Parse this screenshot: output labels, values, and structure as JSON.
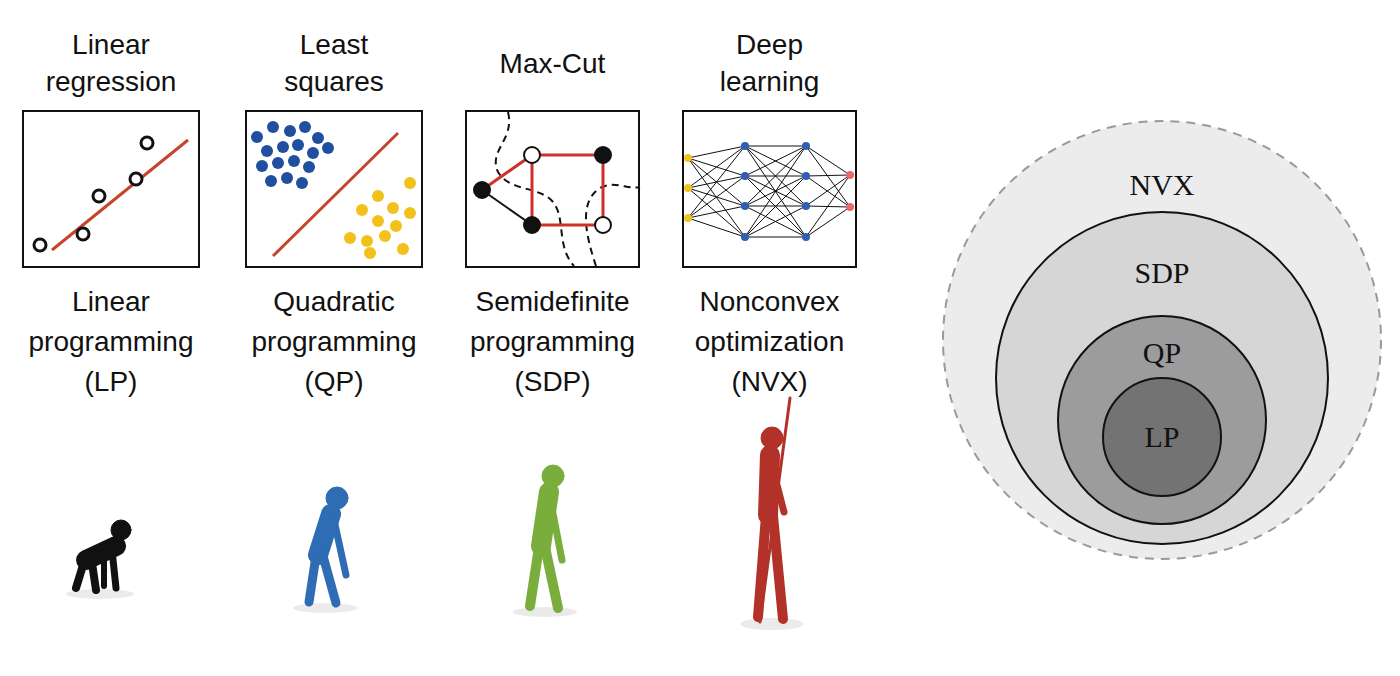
{
  "diagram": {
    "nodes": [
      {
        "text": [
          "Linear regression",
          "Linear programming (LP)"
        ]
      },
      {
        "text": [
          "Least squares",
          "Quadratic programming (QP)"
        ]
      },
      {
        "text": [
          "Max-Cut",
          "Semidefinite programming (SDP)"
        ]
      },
      {
        "text": [
          "Deep learning",
          "Nonconvex optimization (NVX)"
        ]
      },
      {
        "text": [
          "NVX"
        ]
      },
      {
        "text": [
          "SDP"
        ],
        "in": 4
      },
      {
        "text": [
          "QP"
        ],
        "in": 5
      },
      {
        "text": [
          "LP"
        ],
        "in": 6
      }
    ]
  }
}
